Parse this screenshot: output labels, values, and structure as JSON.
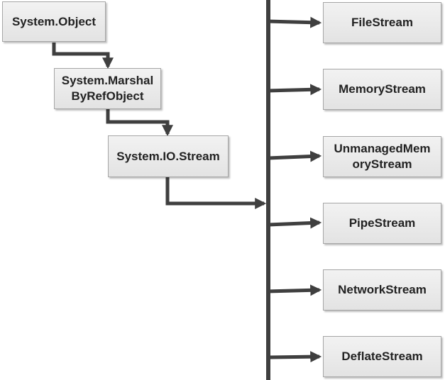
{
  "hierarchy": {
    "object": "System.Object",
    "marshal": "System.Marshal\nByRefObject",
    "stream": "System.IO.Stream"
  },
  "derived": [
    "FileStream",
    "MemoryStream",
    "UnmanagedMem\noryStream",
    "PipeStream",
    "NetworkStream",
    "DeflateStream"
  ],
  "colors": {
    "line": "#3f3f3f",
    "box_fill": "#ececec",
    "box_border": "#a6a6a6",
    "text": "#222222"
  }
}
